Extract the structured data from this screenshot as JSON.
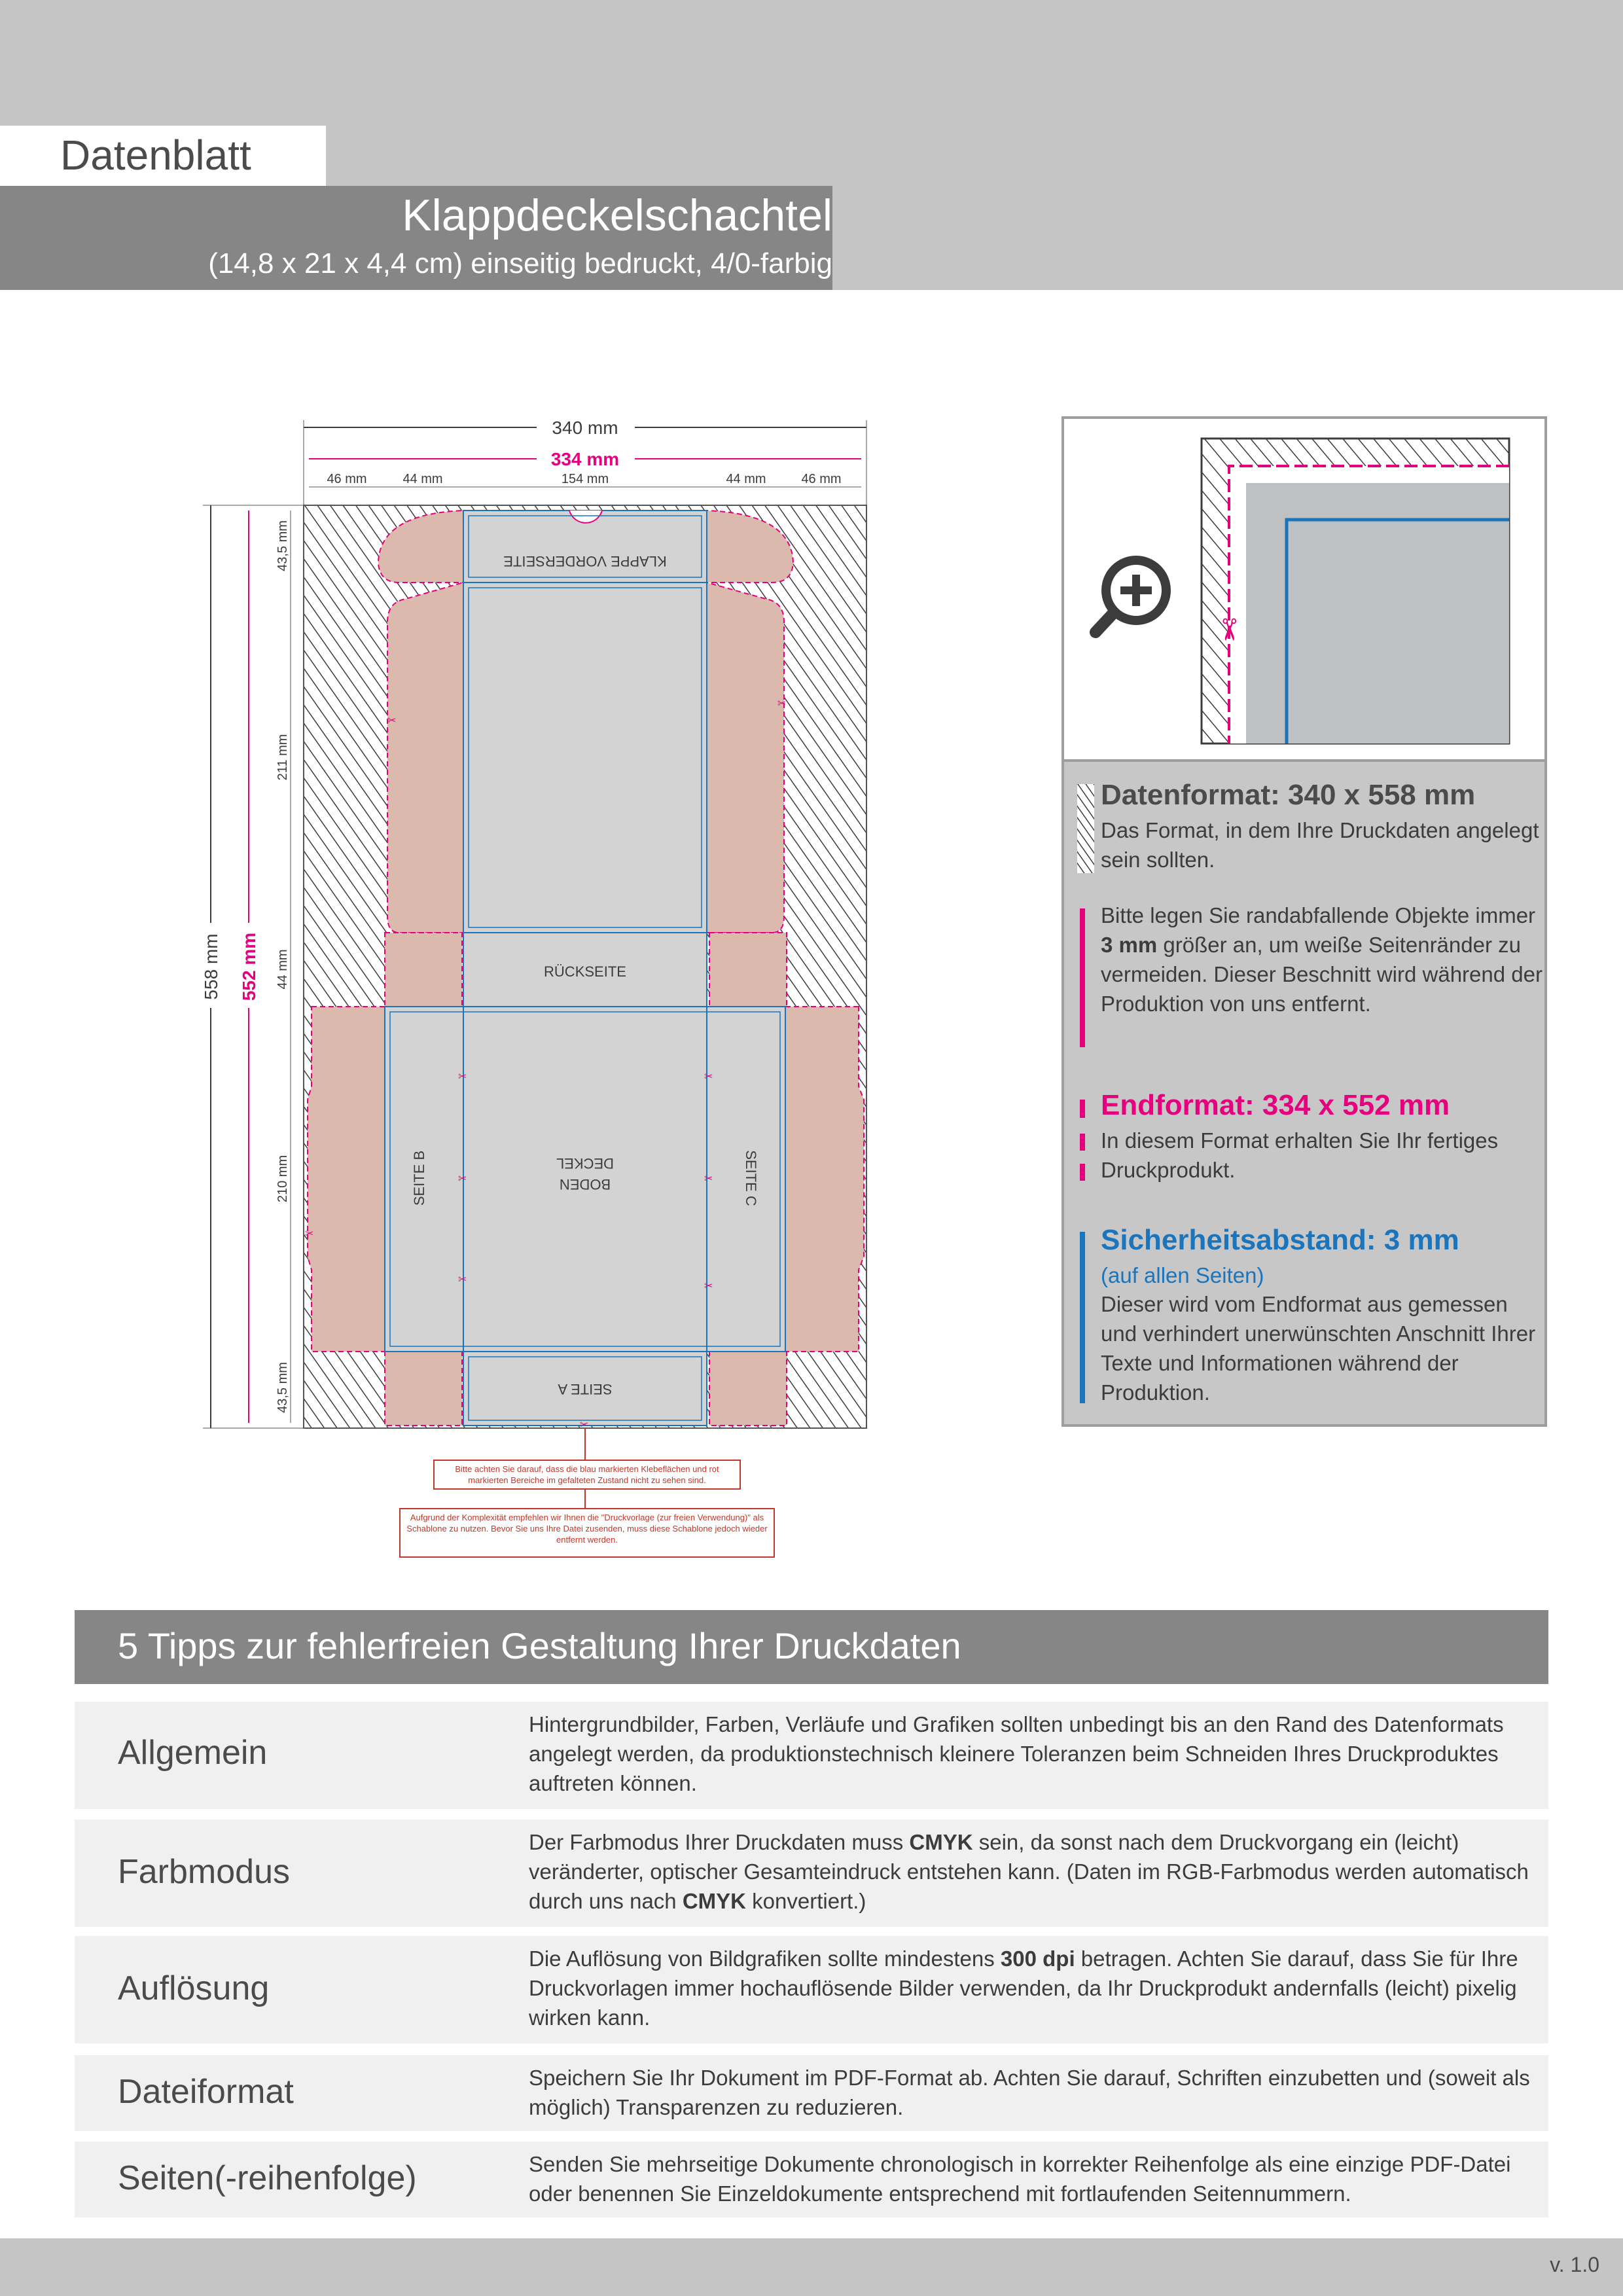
{
  "header": {
    "label": "Datenblatt",
    "title": "Klappdeckelschachtel",
    "subtitle": "(14,8 x 21 x 4,4 cm) einseitig bedruckt, 4/0-farbig"
  },
  "diagram": {
    "dim_total_width": "340 mm",
    "dim_end_width": "334 mm",
    "seg_widths": [
      "46 mm",
      "44 mm",
      "154 mm",
      "44 mm",
      "46 mm"
    ],
    "dim_total_height": "558 mm",
    "dim_end_height": "552 mm",
    "seg_heights": [
      "43,5 mm",
      "211 mm",
      "44 mm",
      "210 mm",
      "43,5 mm"
    ],
    "labels": {
      "flap_front": "KLAPPE VORDERSEITE",
      "lid": "DECKEL",
      "back": "RÜCKSEITE",
      "bottom": "BODEN",
      "side_a": "SEITE A",
      "side_b": "SEITE B",
      "side_c": "SEITE C"
    },
    "notes": [
      "Bitte achten Sie darauf, dass die blau markierten Klebeflächen und rot markierten Bereiche im gefalteten Zustand nicht zu sehen sind.",
      "Aufgrund der Komplexität empfehlen wir Ihnen die \"Druckvorlage (zur freien Verwendung)\" als Schablone zu nutzen. Bevor Sie uns Ihre Datei zusenden, muss diese Schablone jedoch wieder entfernt werden."
    ],
    "colors": {
      "trim": "#e6007e",
      "safe": "#1a75bc",
      "panel": "#d3d3d4",
      "glue": "#dbb9ac",
      "hatch": "#3c3c3c"
    }
  },
  "legend": {
    "datenformat_title": "Datenformat: 340 x 558 mm",
    "datenformat_text": "Das Format, in dem Ihre Druckdaten angelegt sein sollten.",
    "bleed_text_1": "Bitte legen Sie randabfallende Objekte immer ",
    "bleed_bold": "3 mm",
    "bleed_text_2": " größer an, um weiße Seitenränder zu vermeiden. Dieser Beschnitt wird während der Produktion von uns entfernt.",
    "endformat_title": "Endformat: 334 x 552 mm",
    "endformat_text": "In diesem Format erhalten Sie Ihr fertiges Druckprodukt.",
    "safe_title": "Sicherheitsabstand: 3 mm",
    "safe_sub": "(auf allen Seiten)",
    "safe_text": "Dieser wird vom Endformat aus gemessen und verhindert unerwünschten Anschnitt Ihrer Texte und Informationen während der Produktion.",
    "icons": [
      "zoom-in-icon",
      "scissors-icon"
    ]
  },
  "tips": {
    "title": "5 Tipps zur fehlerfreien Gestaltung Ihrer Druckdaten",
    "rows": [
      {
        "name": "Allgemein",
        "text": "Hintergrundbilder, Farben, Verläufe und Grafiken sollten unbedingt bis an den Rand des Datenformats angelegt werden, da produktionstechnisch kleinere Toleranzen beim Schneiden Ihres Druckproduktes auftreten können."
      },
      {
        "name": "Farbmodus",
        "t1": "Der Farbmodus Ihrer Druckdaten muss ",
        "b1": "CMYK",
        "t2": " sein, da sonst nach dem Druckvorgang ein (leicht) veränderter, optischer Gesamteindruck entstehen kann. (Daten im RGB-Farbmodus werden automatisch durch uns nach ",
        "b2": "CMYK",
        "t3": " konvertiert.)"
      },
      {
        "name": "Auflösung",
        "t1": "Die Auflösung von Bildgrafiken sollte mindestens ",
        "b1": "300 dpi",
        "t2": " betragen. Achten Sie darauf, dass Sie für Ihre Druckvorlagen immer hochauflösende Bilder verwenden, da Ihr Druckprodukt andernfalls (leicht) pixelig wirken kann."
      },
      {
        "name": "Dateiformat",
        "text": "Speichern Sie Ihr Dokument im PDF-Format ab. Achten Sie darauf, Schriften einzubetten und (soweit als möglich) Transparenzen zu reduzieren."
      },
      {
        "name": "Seiten(-reihenfolge)",
        "text": "Senden Sie mehrseitige Dokumente chronologisch in korrekter Reihenfolge als eine einzige PDF-Datei oder benennen Sie Einzeldokumente entsprechend mit fortlaufenden Seitennummern."
      }
    ]
  },
  "footer": {
    "version": "v. 1.0"
  }
}
